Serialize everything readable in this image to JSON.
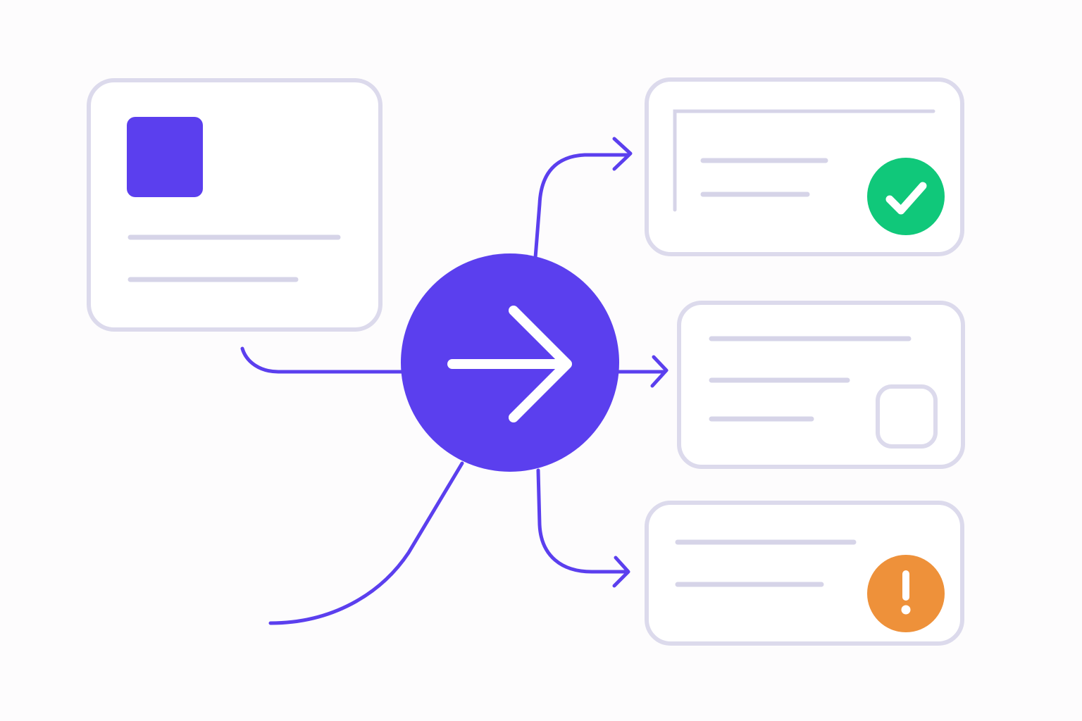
{
  "colors": {
    "background": "#fdfcfd",
    "card_outline": "#dcdaec",
    "text_line": "#d6d4e8",
    "accent": "#5b3fee",
    "success": "#10c87a",
    "warning": "#ee913a",
    "icon_fill": "#ffffff"
  },
  "source_card": {
    "icon": "filled-square-icon",
    "text_lines": 2
  },
  "hub": {
    "icon": "arrow-right-icon"
  },
  "output_cards": [
    {
      "status": "success",
      "icon": "check-circle-icon",
      "text_lines": 2
    },
    {
      "status": "pending",
      "icon": "empty-checkbox-icon",
      "text_lines": 3
    },
    {
      "status": "warning",
      "icon": "exclamation-circle-icon",
      "text_lines": 2
    }
  ]
}
